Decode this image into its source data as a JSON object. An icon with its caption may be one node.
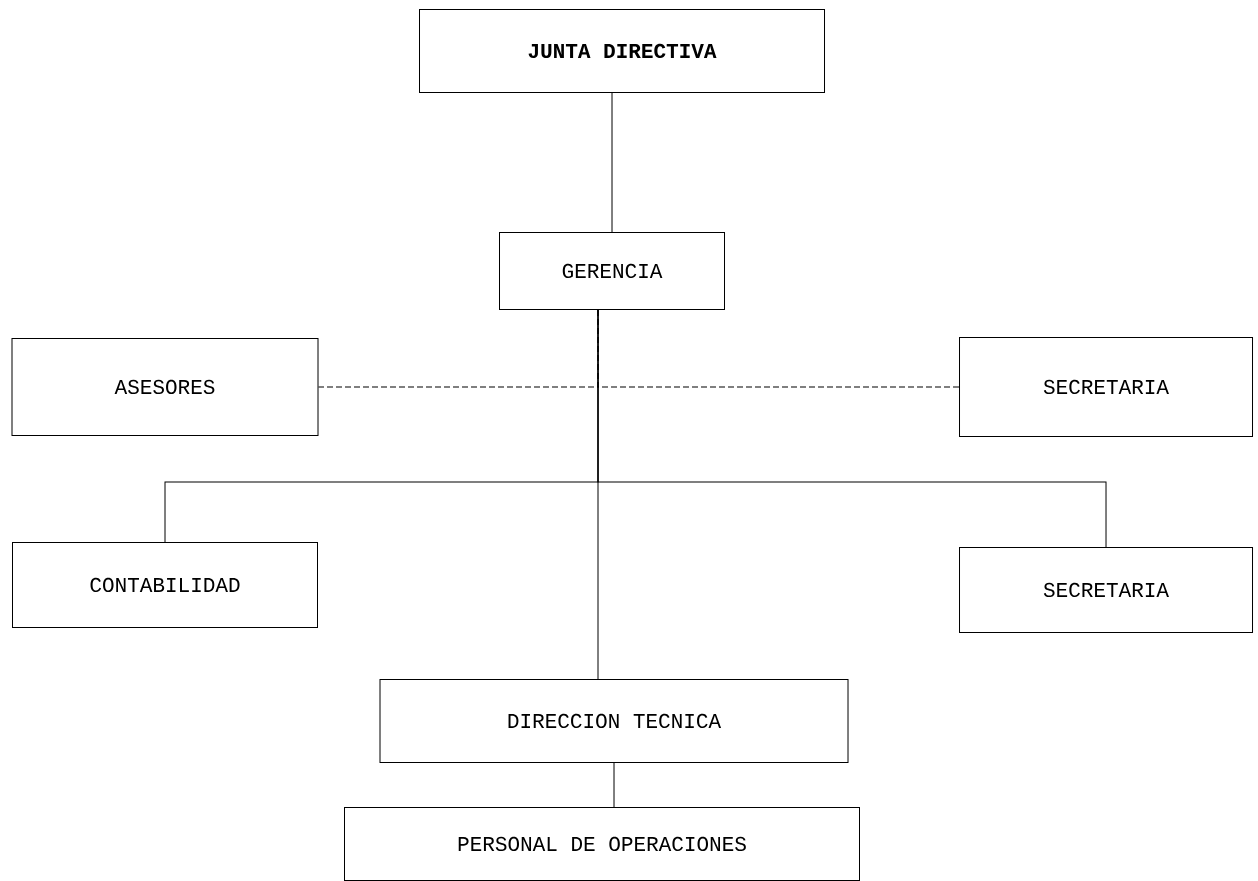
{
  "diagram": {
    "nodes": [
      {
        "text": [
          "JUNTA DIRECTIVA"
        ]
      },
      {
        "text": [
          "GERENCIA"
        ]
      },
      {
        "text": [
          "ASESORES"
        ]
      },
      {
        "text": [
          "SECRETARIA"
        ]
      },
      {
        "text": [
          "CONTABILIDAD"
        ]
      },
      {
        "text": [
          "SECRETARIA"
        ]
      },
      {
        "text": [
          "DIRECCION TECNICA"
        ]
      },
      {
        "text": [
          "PERSONAL DE OPERACIONES"
        ]
      }
    ],
    "edges": [
      {
        "from": 0,
        "to": 1,
        "arrow": "none"
      },
      {
        "from": 1,
        "to": 2,
        "arrow": "none",
        "style": "dashed"
      },
      {
        "from": 1,
        "to": 3,
        "arrow": "none",
        "style": "dashed"
      },
      {
        "from": 1,
        "to": 4,
        "arrow": "none"
      },
      {
        "from": 1,
        "to": 5,
        "arrow": "none"
      },
      {
        "from": 1,
        "to": 6,
        "arrow": "none"
      },
      {
        "from": 6,
        "to": 7,
        "arrow": "none"
      }
    ]
  }
}
